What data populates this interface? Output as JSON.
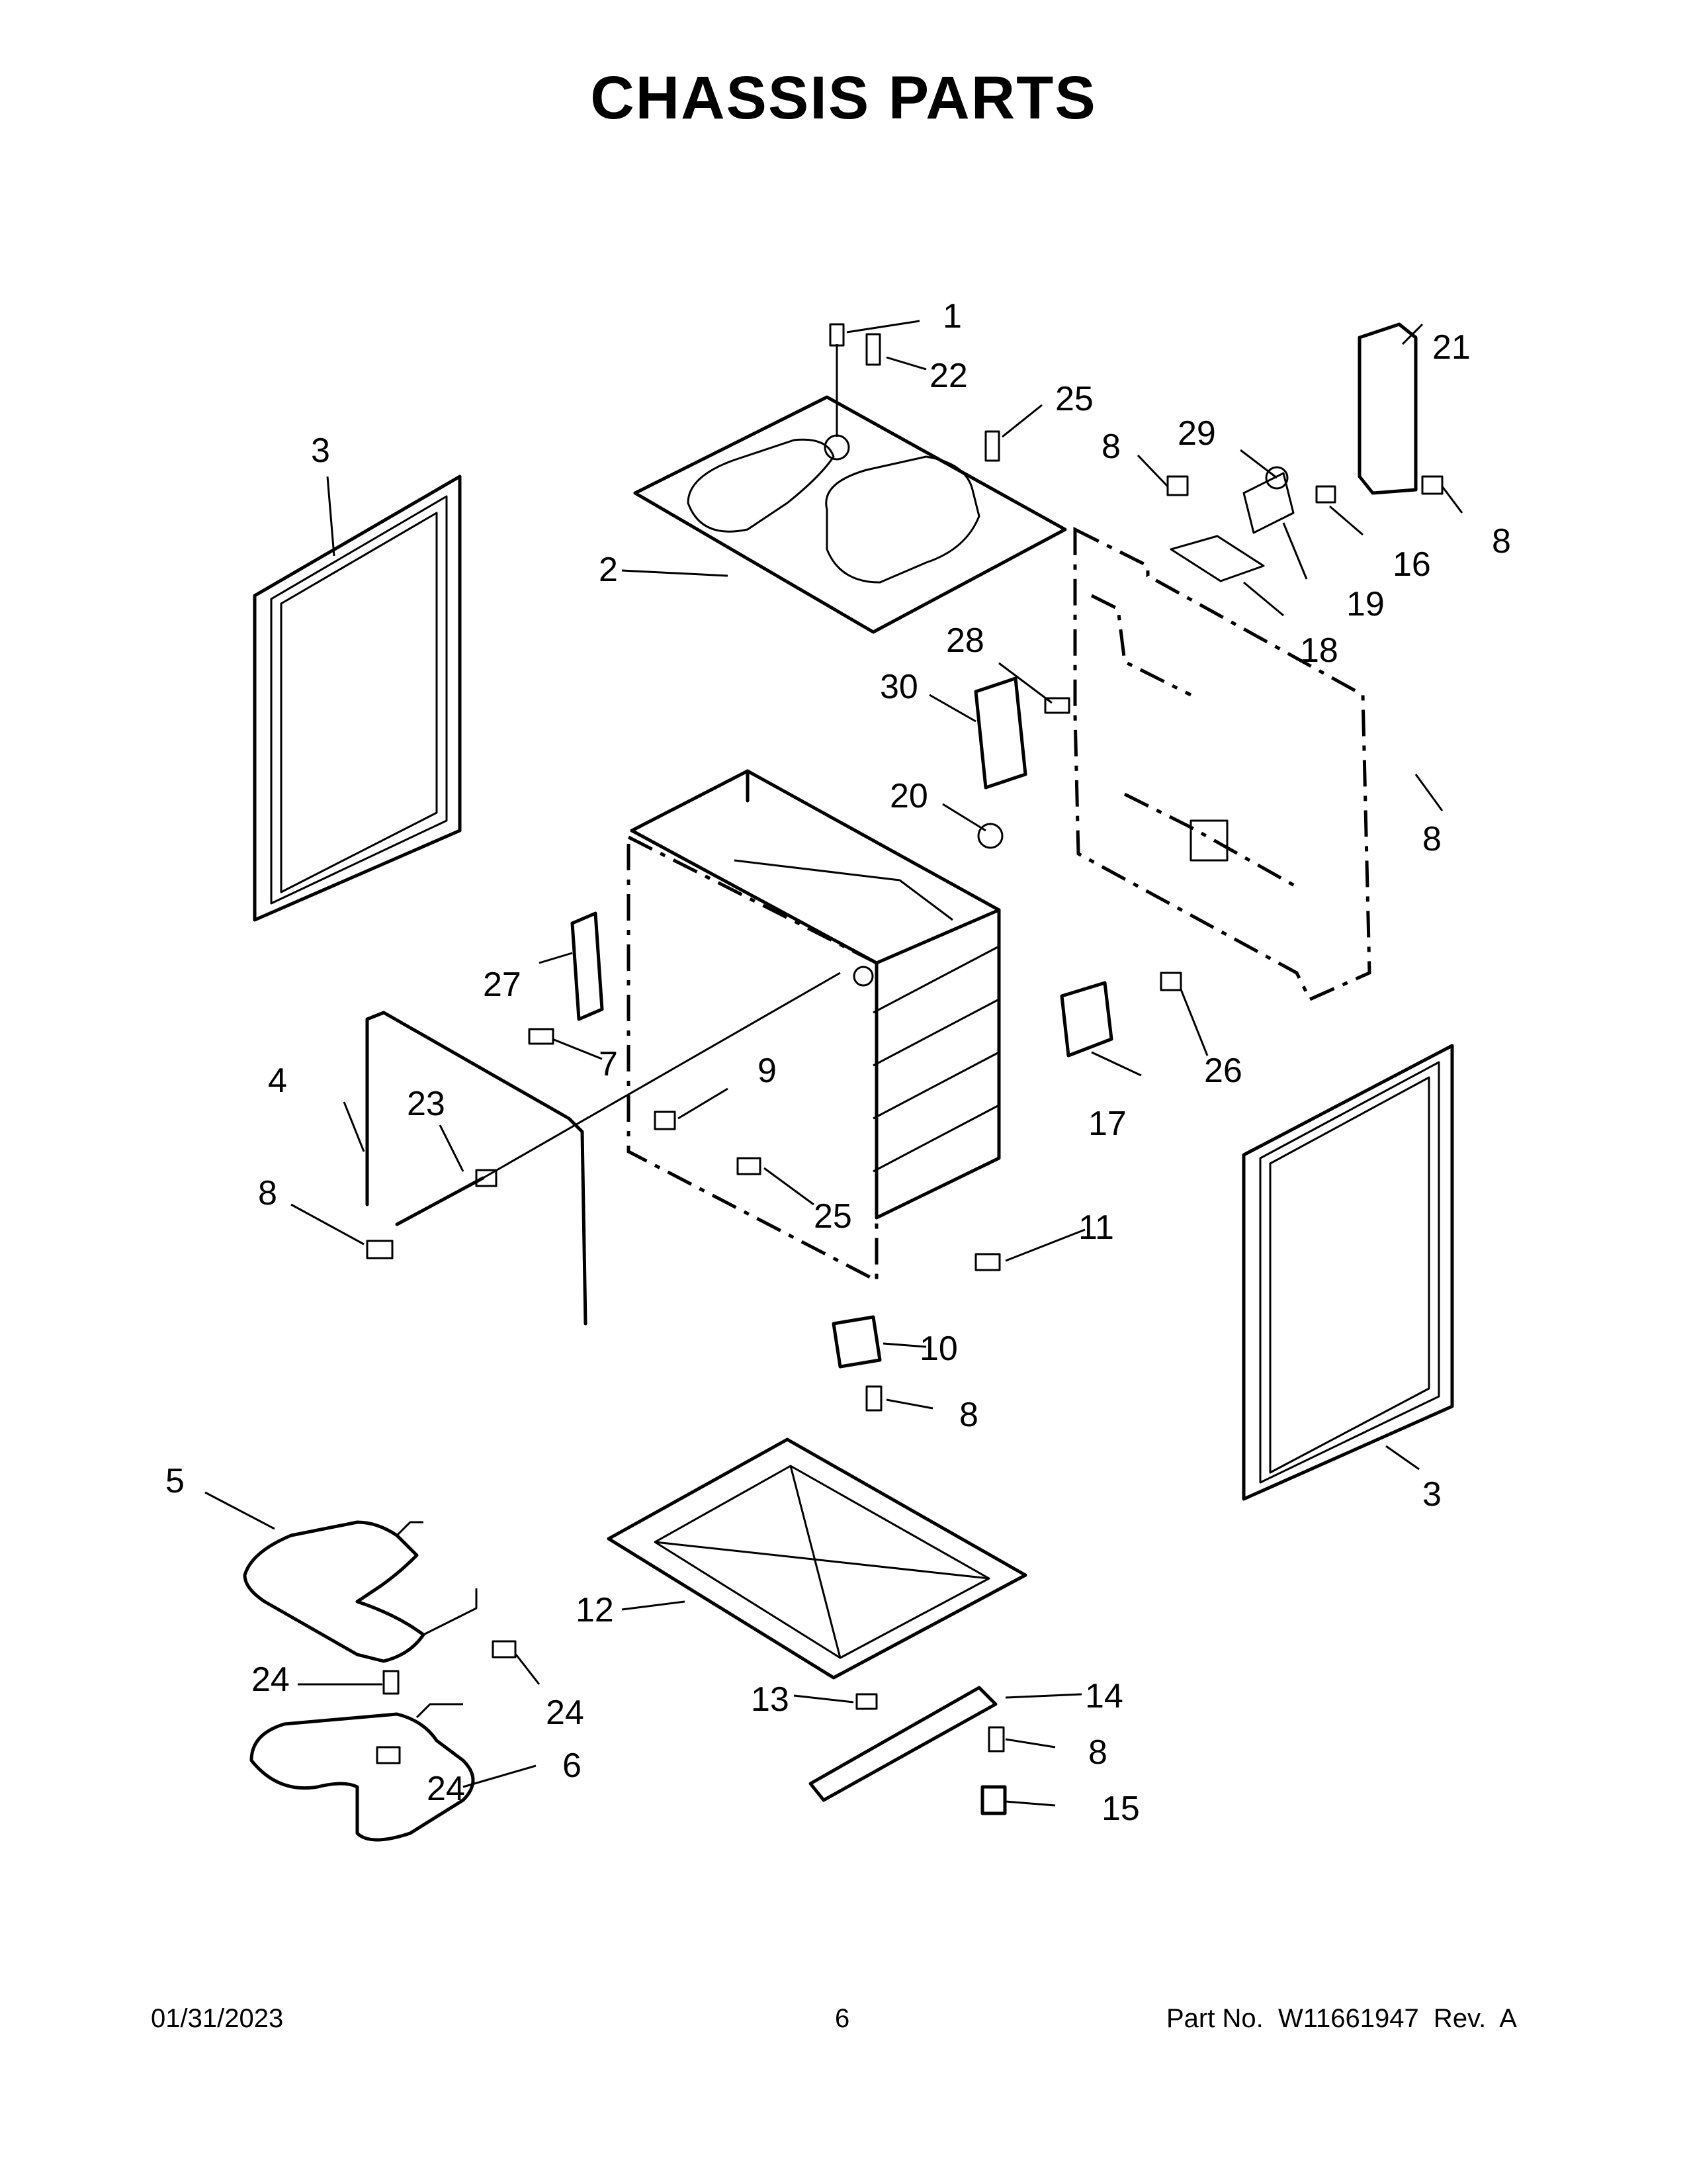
{
  "title": "CHASSIS PARTS",
  "footer": {
    "date": "01/31/2023",
    "page": "6",
    "part_no": "Part No.  W11661947  Rev.  A"
  },
  "callouts": {
    "c1": "1",
    "c2": "2",
    "c3a": "3",
    "c3b": "3",
    "c4": "4",
    "c5": "5",
    "c6": "6",
    "c7": "7",
    "c8a": "8",
    "c8b": "8",
    "c8c": "8",
    "c8d": "8",
    "c8e": "8",
    "c8f": "8",
    "c9": "9",
    "c10": "10",
    "c11": "11",
    "c12": "12",
    "c13": "13",
    "c14": "14",
    "c15": "15",
    "c16": "16",
    "c17": "17",
    "c18": "18",
    "c19": "19",
    "c20": "20",
    "c21": "21",
    "c22": "22",
    "c23": "23",
    "c24a": "24",
    "c24b": "24",
    "c24c": "24",
    "c25a": "25",
    "c25b": "25",
    "c26": "26",
    "c27": "27",
    "c28": "28",
    "c29": "29",
    "c30": "30"
  }
}
